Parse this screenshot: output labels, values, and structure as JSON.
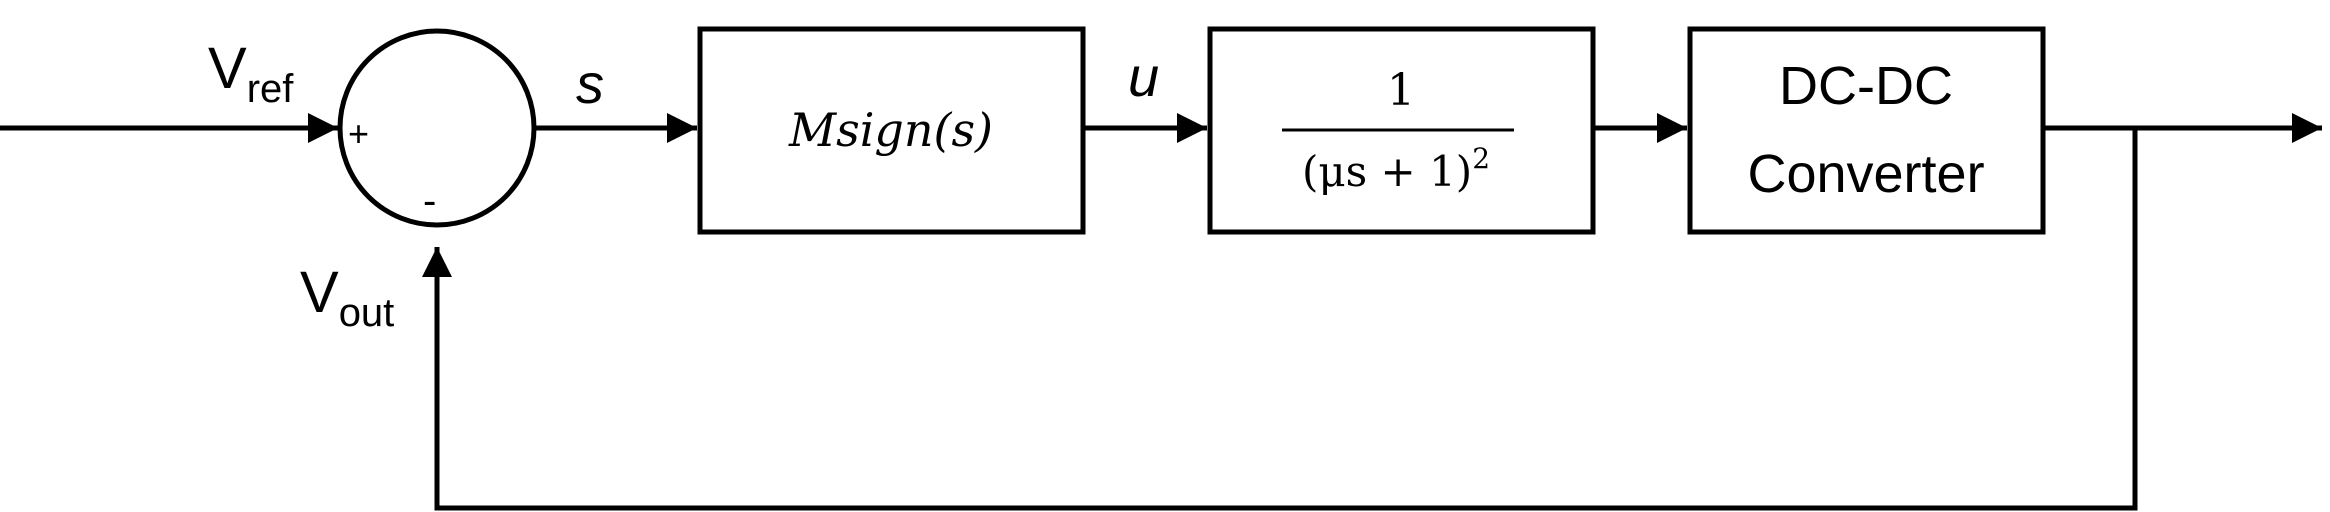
{
  "signals": {
    "reference": {
      "main": "V",
      "sub": "ref"
    },
    "output": {
      "main": "V",
      "sub": "out"
    },
    "error": "s",
    "control": "u"
  },
  "summing_junction": {
    "plus": "+",
    "minus": "-"
  },
  "blocks": {
    "controller": "Msign(s)",
    "filter": {
      "numerator": "1",
      "denominator": "(μs + 1)",
      "exponent": "2"
    },
    "plant": {
      "line1": "DC-DC",
      "line2": "Converter"
    }
  },
  "colors": {
    "stroke": "#000000",
    "background": "#ffffff"
  }
}
